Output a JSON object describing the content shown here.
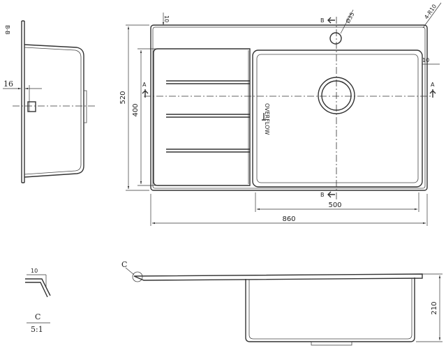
{
  "labels": {
    "section_bb": "B-B",
    "dim_16": "16",
    "dim_10_top": "10",
    "dim_35": "Ø35",
    "dim_r10": "4-R10",
    "dim_10_right": "10",
    "dim_520": "520",
    "dim_400": "400",
    "dim_500": "500",
    "dim_860": "860",
    "dim_210": "210",
    "overflow": "OVERFLOW",
    "marker_a": "A",
    "marker_b": "B",
    "detail_c": "C",
    "detail_dim_10": "10",
    "detail_scale": "5:1"
  },
  "colors": {
    "line": "#333333",
    "background": "#ffffff"
  }
}
